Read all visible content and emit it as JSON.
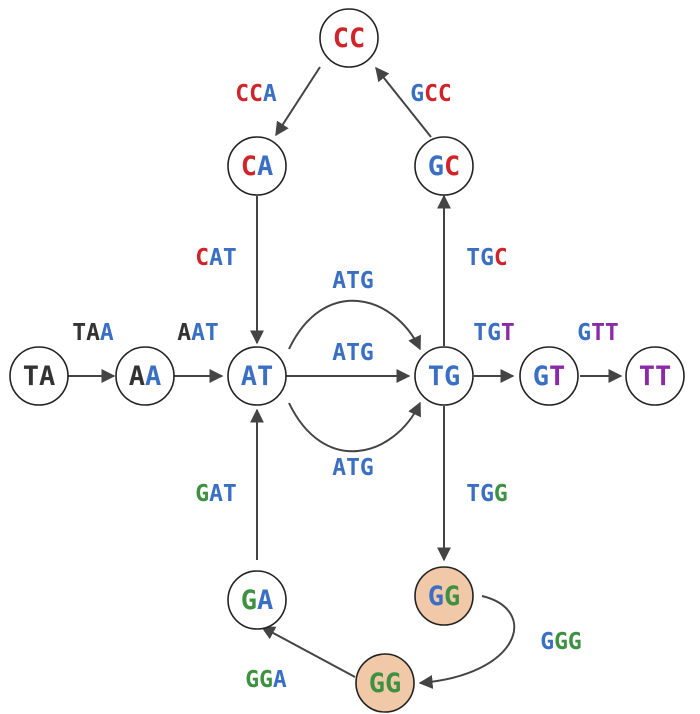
{
  "colors": {
    "A": "#3a6fc4",
    "T": "#3a6fc4",
    "C": "#d0242a",
    "G": "#3d9140",
    "dark": "#333333",
    "purple": "#8a2aa8",
    "edge": "#444444",
    "highlight_fill": "#f2c9a8"
  },
  "nodes": [
    {
      "id": "TA",
      "text": "TA",
      "letter_colors": [
        "dark",
        "dark"
      ]
    },
    {
      "id": "AA",
      "text": "AA",
      "letter_colors": [
        "dark",
        "A"
      ]
    },
    {
      "id": "AT",
      "text": "AT",
      "letter_colors": [
        "A",
        "T"
      ]
    },
    {
      "id": "TG",
      "text": "TG",
      "letter_colors": [
        "T",
        "T"
      ]
    },
    {
      "id": "GT",
      "text": "GT",
      "letter_colors": [
        "A",
        "purple"
      ]
    },
    {
      "id": "TT",
      "text": "TT",
      "letter_colors": [
        "purple",
        "purple"
      ]
    },
    {
      "id": "CC",
      "text": "CC",
      "letter_colors": [
        "C",
        "C"
      ]
    },
    {
      "id": "CA",
      "text": "CA",
      "letter_colors": [
        "C",
        "A"
      ]
    },
    {
      "id": "GC",
      "text": "GC",
      "letter_colors": [
        "A",
        "C"
      ]
    },
    {
      "id": "GA",
      "text": "GA",
      "letter_colors": [
        "G",
        "A"
      ]
    },
    {
      "id": "GG1",
      "text": "GG",
      "letter_colors": [
        "A",
        "G"
      ],
      "highlighted": true
    },
    {
      "id": "GG2",
      "text": "GG",
      "letter_colors": [
        "G",
        "G"
      ],
      "highlighted": true
    }
  ],
  "edges": [
    {
      "id": "TA-AA",
      "text": "TAA",
      "letter_colors": [
        "dark",
        "dark",
        "A"
      ]
    },
    {
      "id": "AA-AT",
      "text": "AAT",
      "letter_colors": [
        "dark",
        "A",
        "A"
      ]
    },
    {
      "id": "AT-TG-top",
      "text": "ATG",
      "letter_colors": [
        "A",
        "A",
        "A"
      ]
    },
    {
      "id": "AT-TG-mid",
      "text": "ATG",
      "letter_colors": [
        "A",
        "A",
        "A"
      ]
    },
    {
      "id": "AT-TG-bottom",
      "text": "ATG",
      "letter_colors": [
        "A",
        "A",
        "A"
      ]
    },
    {
      "id": "TG-GT",
      "text": "TGT",
      "letter_colors": [
        "A",
        "A",
        "purple"
      ]
    },
    {
      "id": "GT-TT",
      "text": "GTT",
      "letter_colors": [
        "A",
        "purple",
        "purple"
      ]
    },
    {
      "id": "TG-GC",
      "text": "TGC",
      "letter_colors": [
        "A",
        "A",
        "C"
      ]
    },
    {
      "id": "GC-CC",
      "text": "GCC",
      "letter_colors": [
        "A",
        "C",
        "C"
      ]
    },
    {
      "id": "CC-CA",
      "text": "CCA",
      "letter_colors": [
        "C",
        "C",
        "A"
      ]
    },
    {
      "id": "CA-AT",
      "text": "CAT",
      "letter_colors": [
        "C",
        "A",
        "A"
      ]
    },
    {
      "id": "TG-GG1",
      "text": "TGG",
      "letter_colors": [
        "A",
        "A",
        "G"
      ]
    },
    {
      "id": "GG1-GG2",
      "text": "GGG",
      "letter_colors": [
        "A",
        "G",
        "G"
      ]
    },
    {
      "id": "GG2-GA",
      "text": "GGA",
      "letter_colors": [
        "G",
        "G",
        "A"
      ]
    },
    {
      "id": "GA-AT",
      "text": "GAT",
      "letter_colors": [
        "G",
        "A",
        "A"
      ]
    }
  ]
}
